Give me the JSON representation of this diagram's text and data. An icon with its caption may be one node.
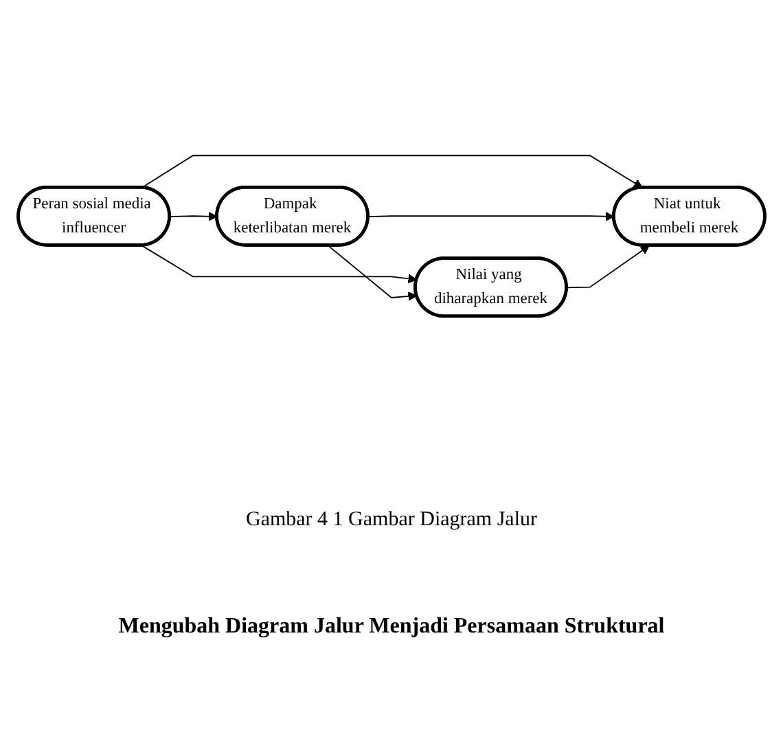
{
  "diagram": {
    "caption": "Gambar 4 1 Gambar Diagram Jalur",
    "nodes": [
      {
        "text": [
          "Dampak keterlibatan merek"
        ]
      },
      {
        "text": [
          "Peran sosial media influencer"
        ]
      },
      {
        "text": [
          "Niat untuk membeli merek"
        ]
      },
      {
        "text": [
          "Nilai yang diharapkan merek"
        ]
      }
    ],
    "edges": [
      {
        "from": 1,
        "to": 0,
        "arrow": "to"
      },
      {
        "from": 1,
        "to": 2,
        "arrow": "to"
      },
      {
        "from": 1,
        "to": 3,
        "arrow": "to"
      },
      {
        "from": 0,
        "to": 2,
        "arrow": "to"
      },
      {
        "from": 0,
        "to": 3,
        "arrow": "to"
      },
      {
        "from": 3,
        "to": 2,
        "arrow": "to"
      }
    ],
    "labels": [
      "Mengubah Diagram Jalur Menjadi Persamaan Struktural"
    ]
  }
}
